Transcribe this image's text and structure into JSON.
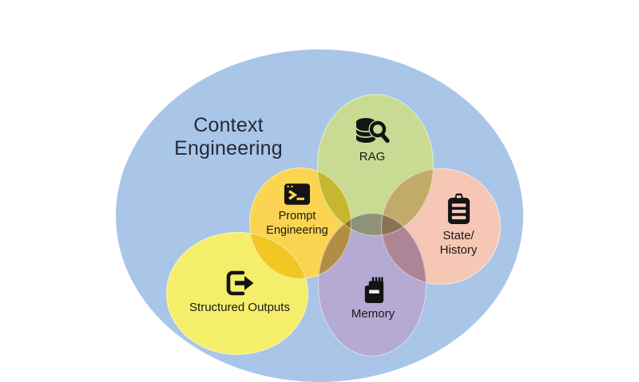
{
  "diagram": {
    "title": {
      "line1": "Context",
      "line2": "Engineering"
    },
    "background_color": "#ffffff",
    "outer_ellipse": {
      "label": "Context Engineering",
      "color": "#a9c6e8"
    },
    "nodes": [
      {
        "id": "rag",
        "label": "RAG",
        "icon": "database-search-icon",
        "color": "#c9db92"
      },
      {
        "id": "prompt-engineering",
        "label_line1": "Prompt",
        "label_line2": "Engineering",
        "icon": "terminal-icon",
        "color": "#fbd552"
      },
      {
        "id": "state-history",
        "label_line1": "State/",
        "label_line2": "History",
        "icon": "clipboard-icon",
        "color": "#f6c7b5"
      },
      {
        "id": "structured-outputs",
        "label": "Structured Outputs",
        "icon": "export-arrow-icon",
        "color": "#f5ee6b"
      },
      {
        "id": "memory",
        "label": "Memory",
        "icon": "memory-card-icon",
        "color": "#b4aad3"
      }
    ],
    "text_color": "#181818",
    "icon_color": "#141414"
  }
}
